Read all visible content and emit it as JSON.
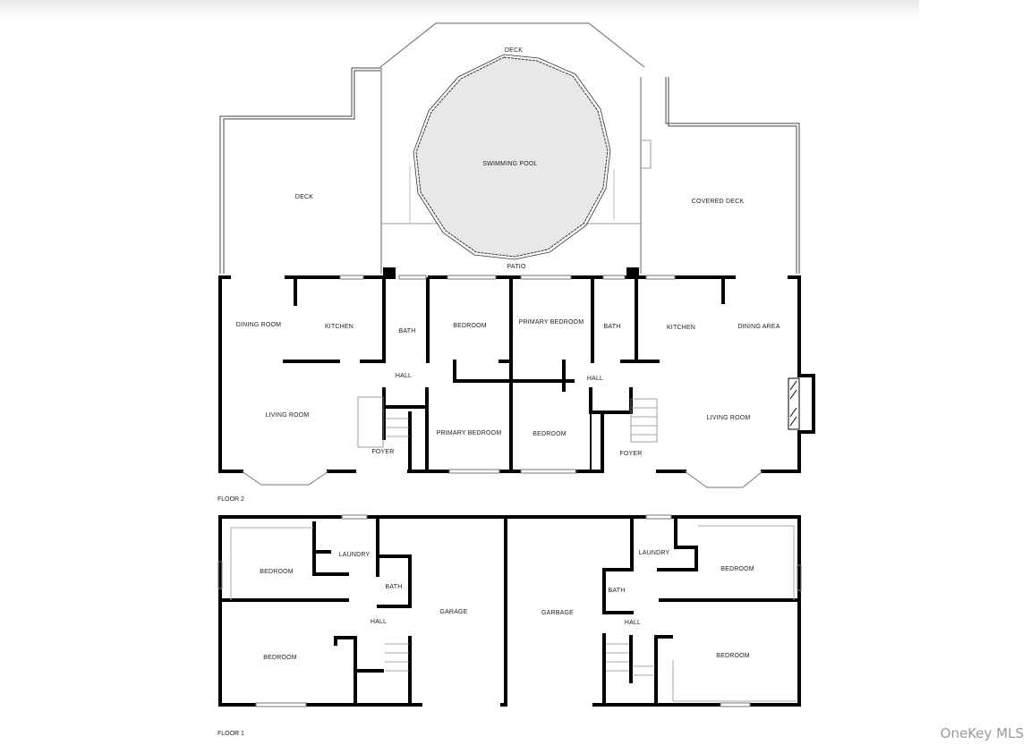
{
  "outdoor": {
    "deck_top": "DECK",
    "swimming_pool": "SWIMMING POOL",
    "deck_left": "DECK",
    "covered_deck": "COVERED DECK",
    "patio": "PATIO"
  },
  "floor2": {
    "label": "FLOOR 2",
    "rooms": {
      "dining_room": "DINING ROOM",
      "kitchen_left": "KITCHEN",
      "bath_left": "BATH",
      "bedroom_top": "BEDROOM",
      "primary_bedroom_top": "PRIMARY BEDROOM",
      "bath_right": "BATH",
      "kitchen_right": "KITCHEN",
      "dining_area": "DINING AREA",
      "hall_left": "HALL",
      "hall_right": "HALL",
      "living_room_left": "LIVING ROOM",
      "living_room_right": "LIVING ROOM",
      "primary_bedroom_bottom": "PRIMARY BEDROOM",
      "bedroom_bottom": "BEDROOM",
      "foyer_left": "FOYER",
      "foyer_right": "FOYER"
    }
  },
  "floor1": {
    "label": "FLOOR 1",
    "rooms": {
      "bedroom_left_top": "BEDROOM",
      "laundry_left": "LAUNDRY",
      "bath_left": "BATH",
      "hall_left": "HALL",
      "garage_left": "GARAGE",
      "bedroom_left_bottom": "BEDROOM",
      "garage_right": "GARBAGE",
      "laundry_right": "LAUNDRY",
      "bedroom_right_top": "BEDROOM",
      "bath_right": "BATH",
      "hall_right": "HALL",
      "bedroom_right_bottom": "BEDROOM"
    }
  },
  "watermark": "OneKey MLS",
  "colors": {
    "wall": "#000000",
    "pool_fill": "#e8e8e8",
    "thin_line": "#555555",
    "watermark": "#9a9a9a"
  }
}
